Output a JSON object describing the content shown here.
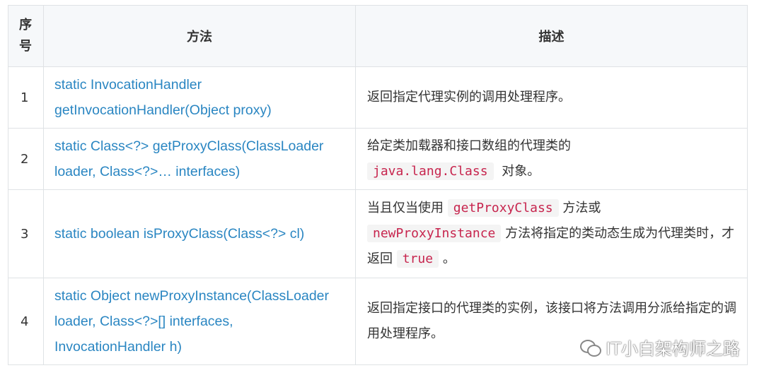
{
  "table": {
    "headers": {
      "index": "序号",
      "method": "方法",
      "description": "描述"
    },
    "rows": [
      {
        "index": "1",
        "method_line1": "static InvocationHandler",
        "method_line2": "getInvocationHandler(Object proxy)",
        "desc_text": "返回指定代理实例的调用处理程序。"
      },
      {
        "index": "2",
        "method_line1": "static Class<?> getProxyClass(ClassLoader",
        "method_line2": "loader, Class<?>… interfaces)",
        "desc_pre": "给定类加载器和接口数组的代理类的",
        "desc_code": "java.lang.Class",
        "desc_post": "对象。"
      },
      {
        "index": "3",
        "method_line1": "static boolean isProxyClass(Class<?> cl)",
        "desc_pre": "当且仅当使用",
        "desc_code1": "getProxyClass",
        "desc_mid1": "方法或",
        "desc_code2": "newProxyInstance",
        "desc_mid2": "方法将指定的类动态生成为代理类时，才返回",
        "desc_code3": "true",
        "desc_post": "。"
      },
      {
        "index": "4",
        "method_line1": "static Object newProxyInstance(ClassLoader",
        "method_line2": "loader, Class<?>[] interfaces,",
        "method_line3": "InvocationHandler h)",
        "desc_text": "返回指定接口的代理类的实例，该接口将方法调用分派给指定的调用处理程序。"
      }
    ]
  },
  "watermark": {
    "text": "IT小白架构师之路",
    "icon": "wechat-icon"
  }
}
